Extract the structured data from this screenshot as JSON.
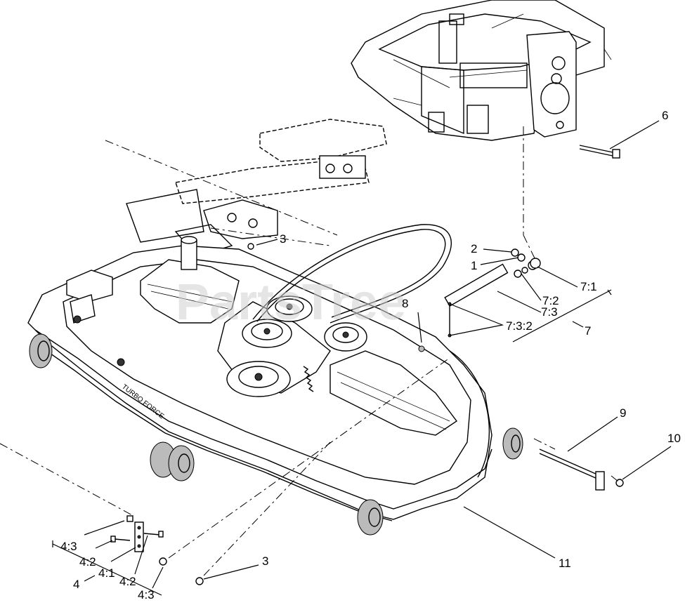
{
  "watermark": "PartsTree",
  "deck_label": "TURBO FORCE",
  "callouts": [
    {
      "id": "c6",
      "text": "6"
    },
    {
      "id": "c3a",
      "text": "3"
    },
    {
      "id": "c2",
      "text": "2"
    },
    {
      "id": "c1",
      "text": "1"
    },
    {
      "id": "c71",
      "text": "7:1"
    },
    {
      "id": "c72",
      "text": "7:2"
    },
    {
      "id": "c73",
      "text": "7:3"
    },
    {
      "id": "c732",
      "text": "7:3:2"
    },
    {
      "id": "c7",
      "text": "7"
    },
    {
      "id": "c8",
      "text": "8"
    },
    {
      "id": "c9",
      "text": "9"
    },
    {
      "id": "c10",
      "text": "10"
    },
    {
      "id": "c11",
      "text": "11"
    },
    {
      "id": "c3b",
      "text": "3"
    },
    {
      "id": "c43a",
      "text": "4:3"
    },
    {
      "id": "c42a",
      "text": "4:2"
    },
    {
      "id": "c41",
      "text": "4:1"
    },
    {
      "id": "c4",
      "text": "4"
    },
    {
      "id": "c42b",
      "text": "4:2"
    },
    {
      "id": "c43b",
      "text": "4:3"
    }
  ]
}
